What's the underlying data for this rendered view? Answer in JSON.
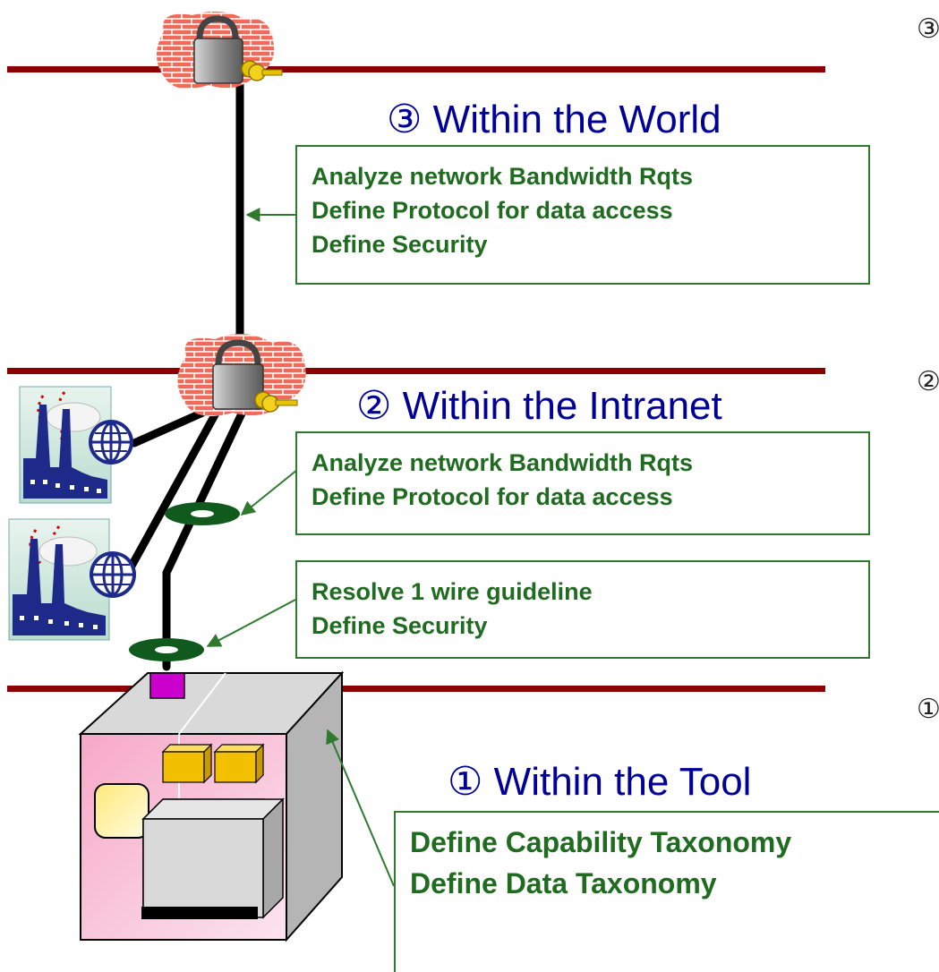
{
  "levels": [
    {
      "heading": "③ Within the World",
      "lines": [
        "Analyze network Bandwidth Rqts",
        "Define Protocol for data access",
        "Define Security"
      ]
    },
    {
      "heading": "② Within the Intranet",
      "lines": [
        "Analyze network Bandwidth Rqts",
        "Define Protocol for data access"
      ]
    },
    {
      "heading": "",
      "lines": [
        "Resolve 1 wire guideline",
        "Define Security"
      ]
    },
    {
      "heading": "① Within the Tool",
      "lines": [
        "Define Capability Taxonomy",
        "Define Data Taxonomy"
      ]
    }
  ],
  "edge_markers": [
    "③",
    "②",
    "①"
  ],
  "colors": {
    "boundary": "#8b0000",
    "heading": "#000099",
    "box_text": "#1f6b1f",
    "box_border": "#2f7a2f",
    "firewall": "#e06666",
    "pink_panel": "#f7b6d2"
  },
  "icons": [
    "firewall-lock-icon",
    "factory-globe-icon",
    "data-tap-ring-icon",
    "tool-cabinet-icon"
  ]
}
